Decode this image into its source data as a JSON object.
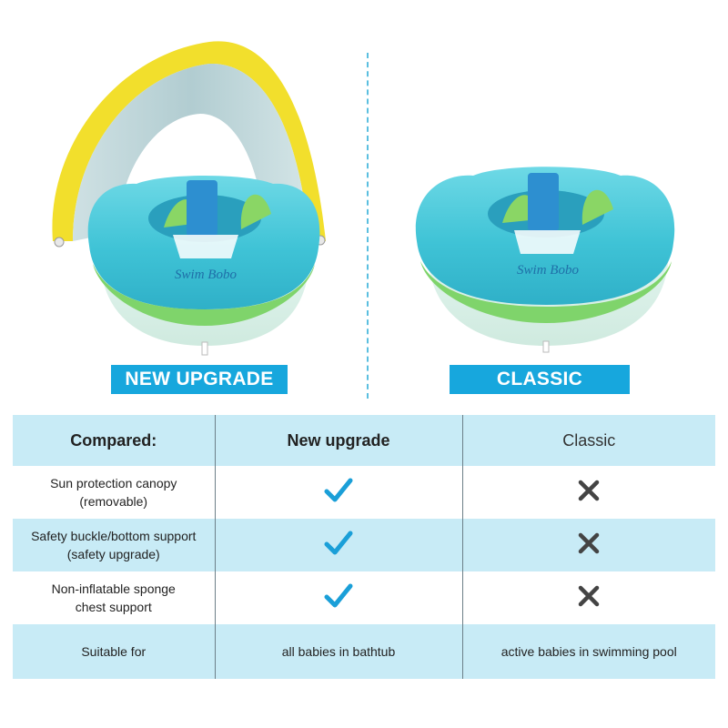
{
  "products": {
    "left_label": "NEW UPGRADE",
    "right_label": "CLASSIC",
    "brand_text": "Swim Bobo"
  },
  "table": {
    "headers": [
      "Compared:",
      "New upgrade",
      "Classic"
    ],
    "rows": [
      {
        "feature_line1": "Sun protection canopy",
        "feature_line2": "(removable)",
        "new_upgrade": "check",
        "classic": "cross"
      },
      {
        "feature_line1": "Safety buckle/bottom support",
        "feature_line2": "(safety upgrade)",
        "new_upgrade": "check",
        "classic": "cross"
      },
      {
        "feature_line1": "Non-inflatable sponge",
        "feature_line2": "chest support",
        "new_upgrade": "check",
        "classic": "cross"
      }
    ],
    "suitable": {
      "label": "Suitable for",
      "new_upgrade": "all babies in bathtub",
      "classic": "active babies in swimming pool"
    }
  },
  "colors": {
    "accent": "#17a7dd",
    "row_tint": "#c8ebf6",
    "check": "#1a9fd8",
    "cross": "#444444",
    "canopy_edge": "#f2df2c"
  }
}
